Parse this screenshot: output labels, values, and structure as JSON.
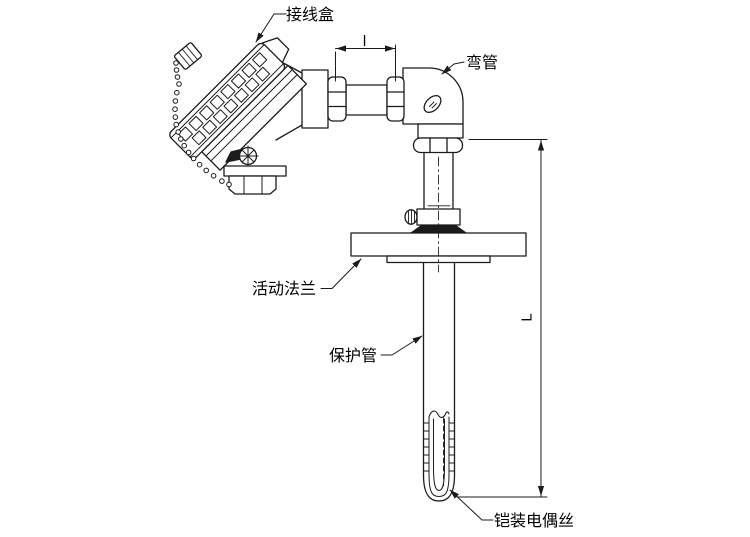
{
  "diagram": {
    "labels": {
      "junction_box": "接线盒",
      "elbow": "弯管",
      "movable_flange": "活动法兰",
      "protection_tube": "保护管",
      "armored_thermocouple_wire": "铠装电偶丝"
    },
    "dimensions": {
      "top_length_symbol": "l",
      "insertion_length_symbol": "L"
    },
    "colors": {
      "line": "#1b1b1b",
      "background": "#ffffff",
      "text": "#000000"
    }
  }
}
